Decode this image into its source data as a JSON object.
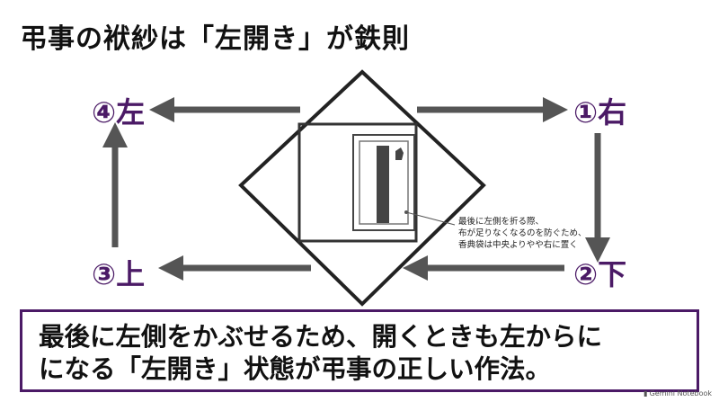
{
  "title": "弔事の袱紗は「左開き」が鉄則",
  "steps": {
    "right": "①右",
    "down": "②下",
    "up": "③上",
    "left": "④左"
  },
  "note": {
    "lines": [
      "最後に左側を折る際、",
      "布が足りなくなるのを防ぐため、",
      "香典袋は中央よりやや右に置く"
    ]
  },
  "summary": {
    "lines": [
      "最後に左側をかぶせるため、開くときも左からに",
      "になる「左開き」状態が弔事の正しい作法。"
    ]
  },
  "footer": {
    "logo_text": "Gemini Notebook",
    "logo_icon": "notebook-icon"
  },
  "colors": {
    "accent": "#4b1a66",
    "arrow": "#555555",
    "outline": "#222222"
  }
}
